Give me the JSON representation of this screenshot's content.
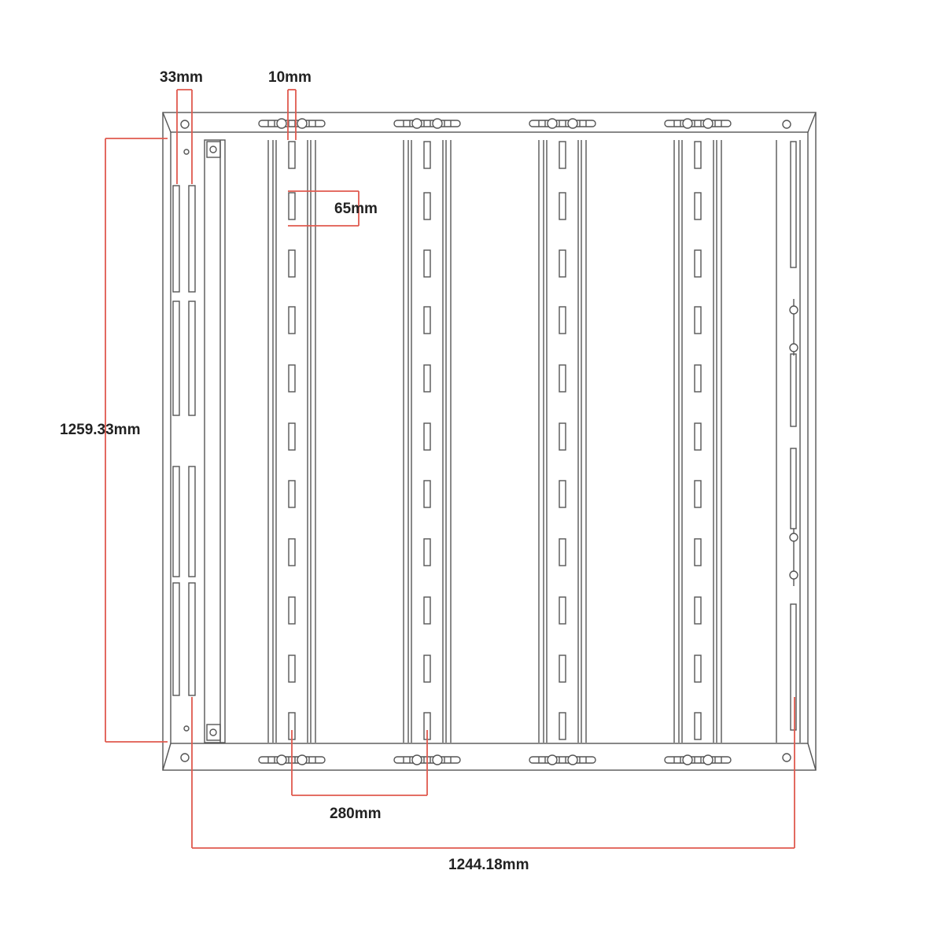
{
  "colors": {
    "dimension_line": "#e05a4e",
    "outline": "#555555",
    "text": "#222222",
    "background": "#ffffff"
  },
  "dimensions": {
    "rail_spacing": "33mm",
    "slot_width": "10mm",
    "slot_length": "65mm",
    "overall_height": "1259.33mm",
    "rail_pitch": "280mm",
    "overall_width": "1244.18mm"
  }
}
